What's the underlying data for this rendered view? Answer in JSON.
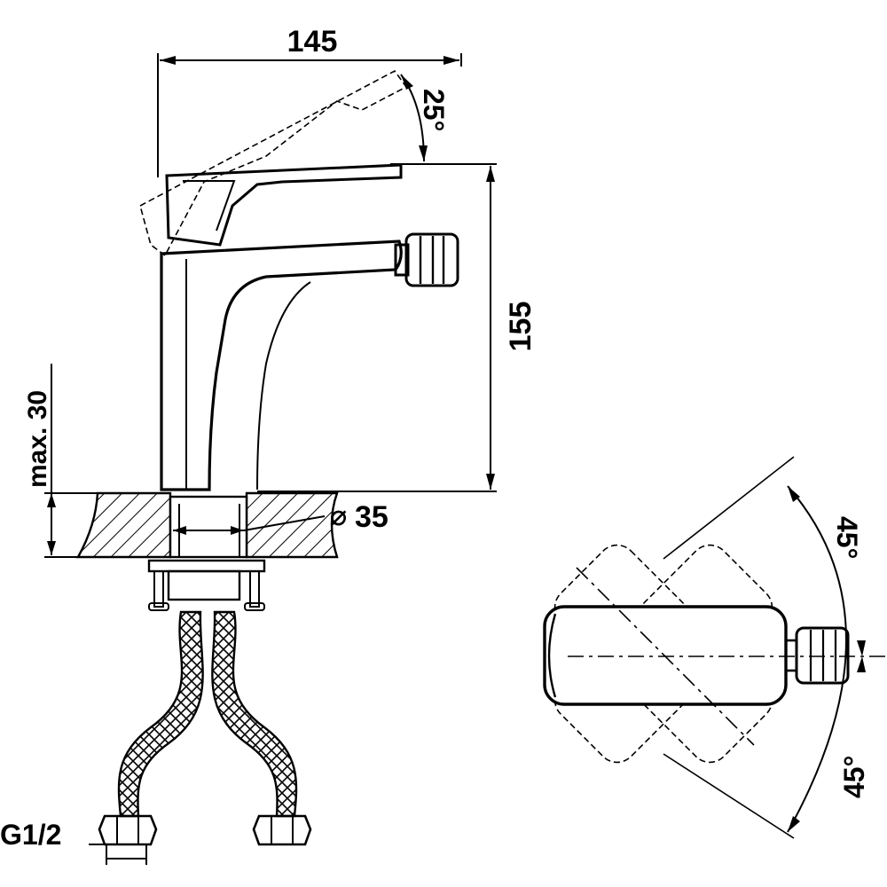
{
  "drawing": {
    "dimensions": {
      "width": "145",
      "height": "155",
      "max_thickness": "max. 30",
      "hole_diameter": "35",
      "lever_angle": "25°",
      "swivel_angle_top": "45°",
      "swivel_angle_bottom": "45°",
      "connection_thread": "G1/2"
    },
    "symbols": {
      "diameter": "⌀"
    }
  }
}
